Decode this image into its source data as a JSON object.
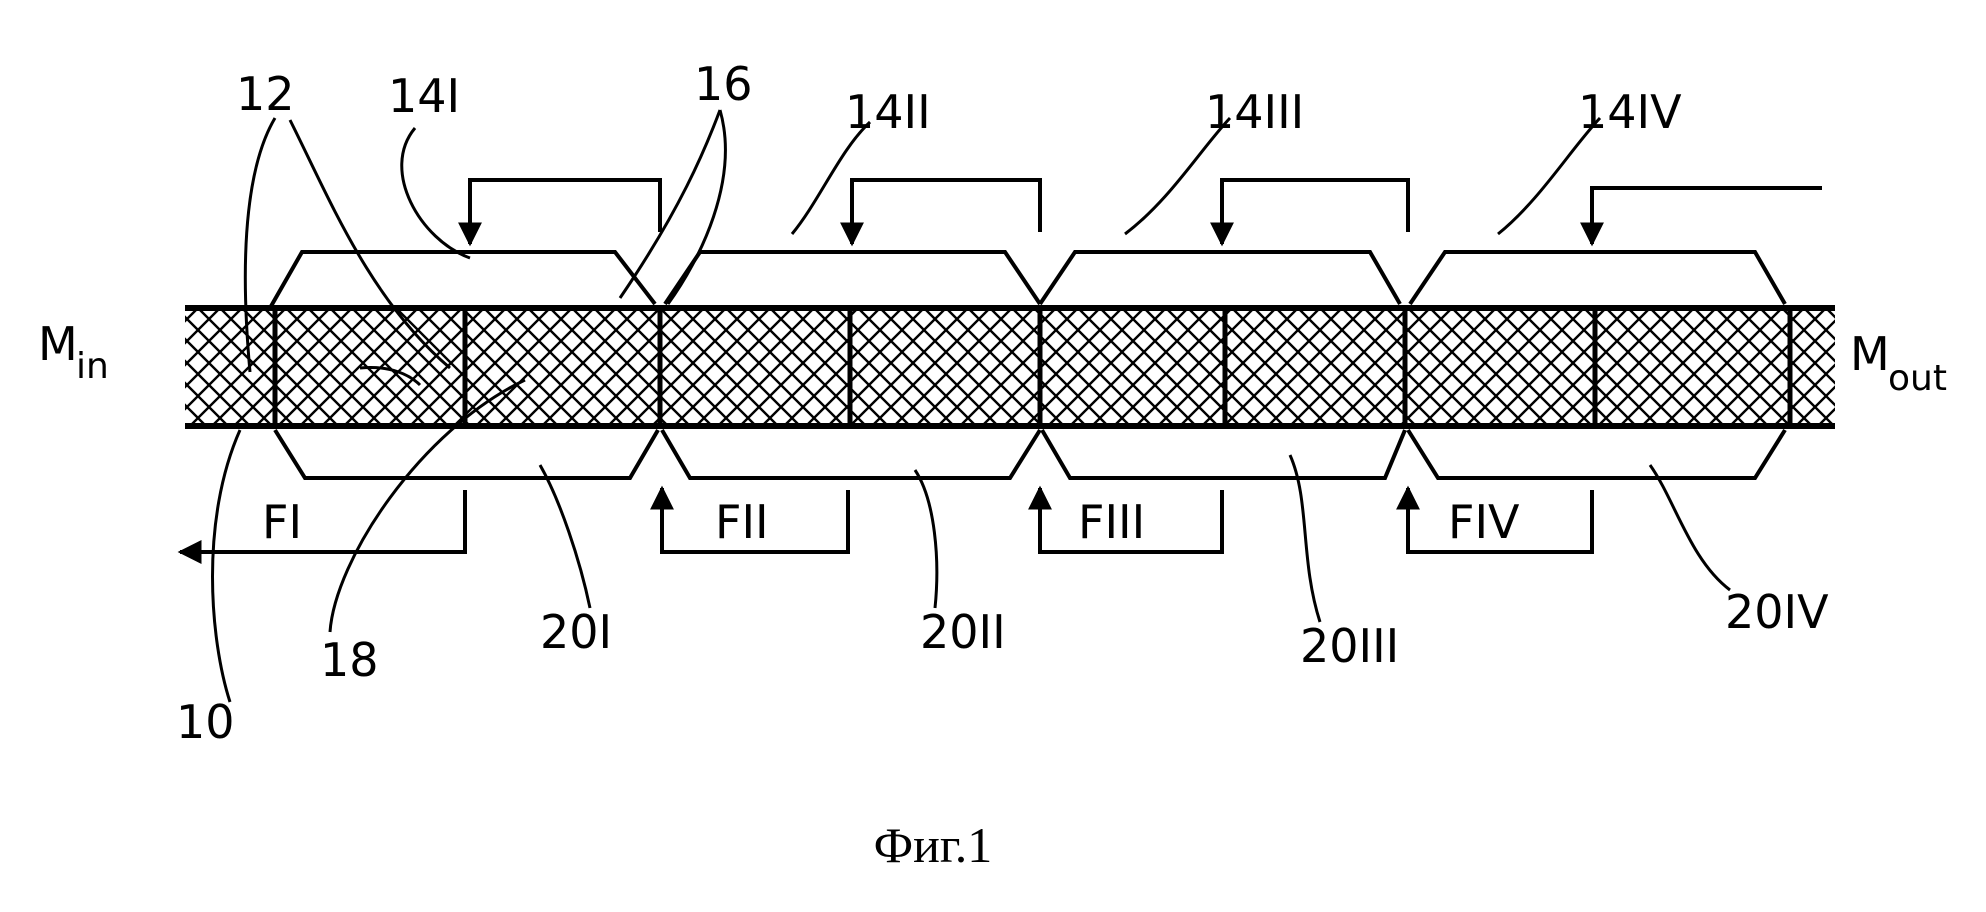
{
  "labels": {
    "stream_in_main": "M",
    "stream_in_sub": "in",
    "stream_out_main": "M",
    "stream_out_sub": "out",
    "ref_12": "12",
    "ref_16": "16",
    "ref_10": "10",
    "ref_18": "18",
    "upper_14I": "14I",
    "upper_14II": "14II",
    "upper_14III": "14III",
    "upper_14IV": "14IV",
    "lower_20I": "20I",
    "lower_20II": "20II",
    "lower_20III": "20III",
    "lower_20IV": "20IV",
    "flow_FI": "FI",
    "flow_FII": "FII",
    "flow_FIII": "FIII",
    "flow_FIV": "FIV"
  },
  "caption": "Фиг.1"
}
